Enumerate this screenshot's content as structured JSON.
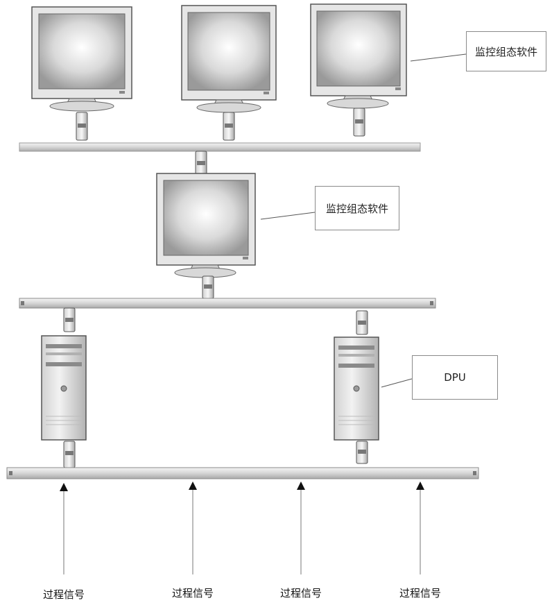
{
  "labels": {
    "top_software": "监控组态软件",
    "middle_software": "监控组态软件",
    "dpu": "DPU"
  },
  "signals": [
    "过程信号",
    "过程信号",
    "过程信号",
    "过程信号"
  ]
}
